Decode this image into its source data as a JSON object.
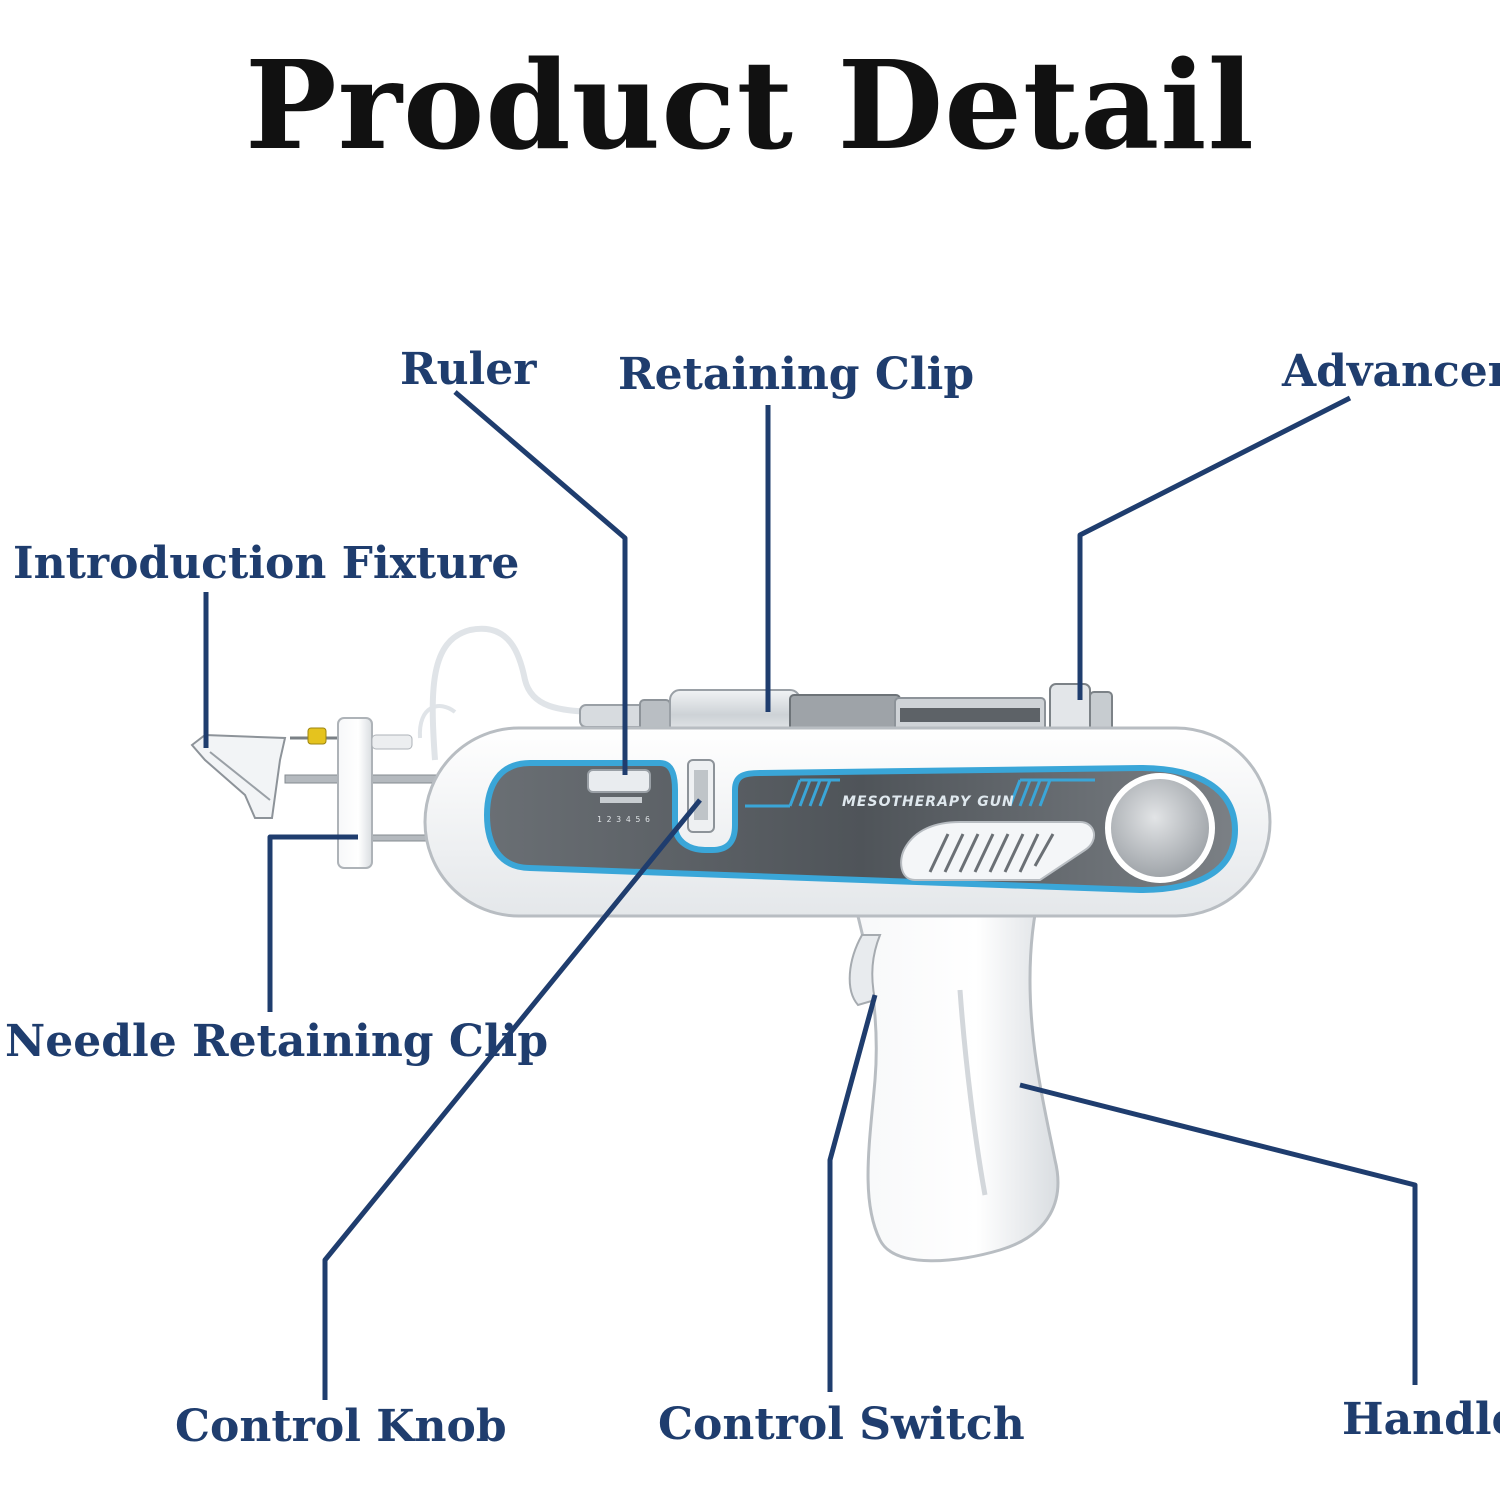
{
  "title": "Product Detail",
  "device": {
    "brand_text": "MESOTHERAPY GUN",
    "ruler_digits": "1 2 3 4 5 6"
  },
  "labels": {
    "ruler": "Ruler",
    "retaining_clip": "Retaining Clip",
    "advancer": "Advancer",
    "introduction_fixture": "Introduction Fixture",
    "needle_retaining_clip": "Needle Retaining Clip",
    "control_knob": "Control Knob",
    "control_switch": "Control Switch",
    "handle": "Handle"
  },
  "colors": {
    "label_text": "#1f3d6e",
    "leader_line": "#1f3d6e",
    "accent_blue": "#3aa6d8",
    "panel_dark": "#4d5257",
    "title": "#111111"
  }
}
